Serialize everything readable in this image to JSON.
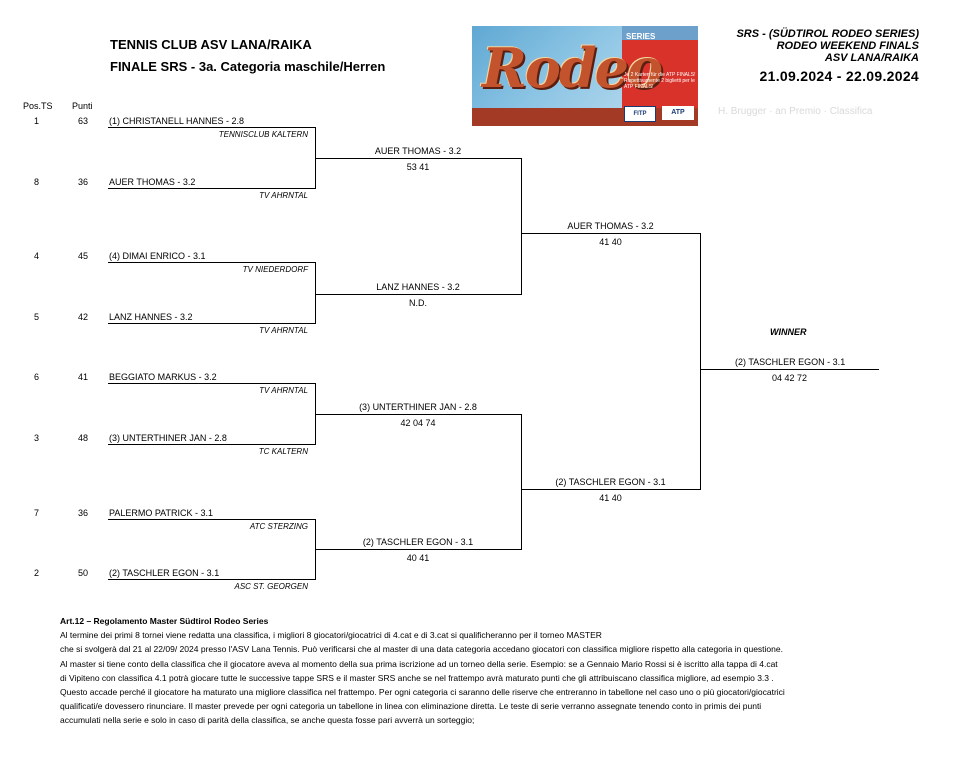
{
  "header": {
    "club": "TENNIS CLUB ASV LANA/RAIKA",
    "subtitle": "FINALE SRS - 3a. Categoria maschile/Herren",
    "srs_line1": "SRS - (SÜDTIROL RODEO SERIES)",
    "srs_line2": "RODEO WEEKEND FINALS",
    "srs_line3": "ASV LANA/RAIKA",
    "dates": "21.09.2024 - 22.09.2024"
  },
  "logo": {
    "word": "Rodeo",
    "band": "SERIES",
    "small_text": "Je 2 Karten für die ATP FINALS! Rispettivamente 2 biglietti per le ATP FINALS!",
    "fitp": "FITP",
    "atp": "ATP"
  },
  "faded_text": "H. Brugger   · an Premio    · Classifica",
  "columns": {
    "pos": "Pos.TS",
    "points": "Punti"
  },
  "players": [
    {
      "pos": "1",
      "points": "63",
      "name": "(1) CHRISTANELL HANNES - 2.8",
      "club": "TENNISCLUB KALTERN"
    },
    {
      "pos": "8",
      "points": "36",
      "name": "AUER THOMAS - 3.2",
      "club": "TV AHRNTAL"
    },
    {
      "pos": "4",
      "points": "45",
      "name": "(4) DIMAI ENRICO - 3.1",
      "club": "TV NIEDERDORF"
    },
    {
      "pos": "5",
      "points": "42",
      "name": "LANZ HANNES - 3.2",
      "club": "TV AHRNTAL"
    },
    {
      "pos": "6",
      "points": "41",
      "name": "BEGGIATO MARKUS - 3.2",
      "club": "TV AHRNTAL"
    },
    {
      "pos": "3",
      "points": "48",
      "name": "(3) UNTERTHINER JAN - 2.8",
      "club": "TC KALTERN"
    },
    {
      "pos": "7",
      "points": "36",
      "name": "PALERMO PATRICK - 3.1",
      "club": "ATC STERZING"
    },
    {
      "pos": "2",
      "points": "50",
      "name": "(2) TASCHLER EGON - 3.1",
      "club": "ASC ST. GEORGEN"
    }
  ],
  "quarterfinals": [
    {
      "name": "AUER THOMAS - 3.2",
      "score": "53 41"
    },
    {
      "name": "LANZ HANNES - 3.2",
      "score": "N.D."
    },
    {
      "name": "(3) UNTERTHINER JAN - 2.8",
      "score": "42 04 74"
    },
    {
      "name": "(2) TASCHLER EGON - 3.1",
      "score": "40 41"
    }
  ],
  "semifinals": [
    {
      "name": "AUER THOMAS - 3.2",
      "score": "41 40"
    },
    {
      "name": "(2) TASCHLER EGON - 3.1",
      "score": "41 40"
    }
  ],
  "final": {
    "label": "WINNER",
    "name": "(2) TASCHLER EGON - 3.1",
    "score": "04 42 72"
  },
  "rules": {
    "heading": "Art.12 – Regolamento Master Südtirol Rodeo Series",
    "lines": [
      "Al termine dei primi 8 tornei viene redatta una classifica, i migliori 8 giocatori/giocatrici di 4.cat e di 3.cat si qualificheranno per il torneo MASTER",
      "che si svolgerà dal 21 al 22/09/ 2024 presso l'ASV Lana Tennis. Può verificarsi che al master di una data categoria accedano giocatori con classifica migliore rispetto alla categoria in questione.",
      "Al master si tiene conto della classifica che il giocatore aveva al momento della sua prima iscrizione ad un torneo della serie. Esempio: se a Gennaio Mario Rossi si è iscritto alla tappa di 4.cat",
      "di Vipiteno con classifica 4.1 potrà giocare tutte le successive tappe SRS e il master SRS anche se nel frattempo avrà maturato punti che gli attribuiscano classifica migliore, ad esempio 3.3 .",
      "Questo accade perché il giocatore ha maturato una migliore classifica nel frattempo. Per ogni categoria ci saranno delle riserve che entreranno in tabellone nel caso uno o più giocatori/giocatrici",
      "qualificati/e dovessero rinunciare. Il master prevede per ogni categoria un tabellone in linea con eliminazione diretta. Le teste di serie verranno assegnate tenendo conto in primis dei punti",
      "accumulati nella serie e solo in caso di parità della classifica, se anche questa fosse pari avverrà un sorteggio;"
    ]
  }
}
